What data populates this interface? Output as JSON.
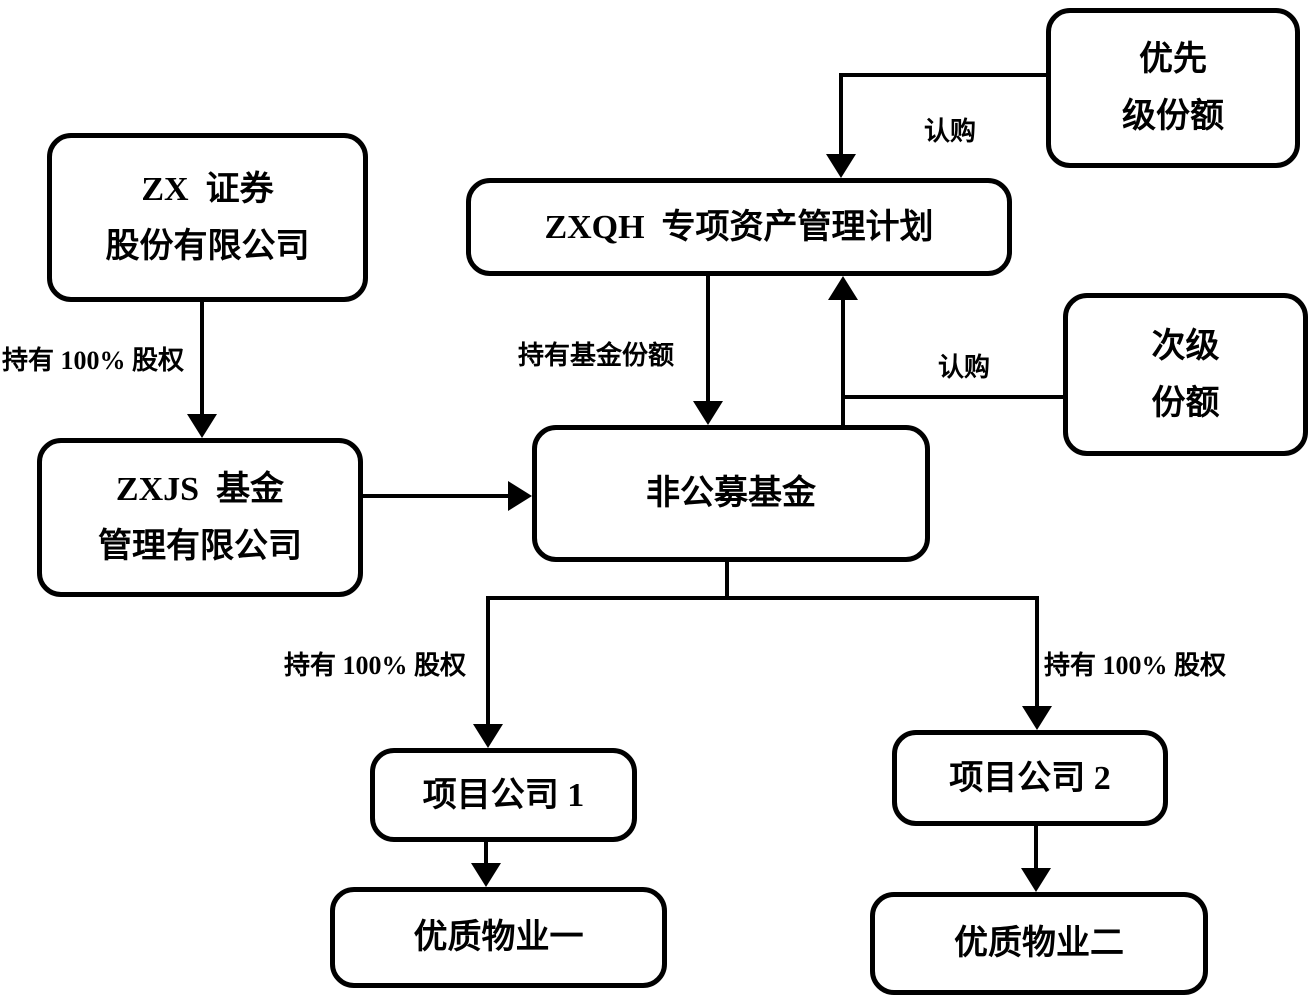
{
  "diagram": {
    "colors": {
      "line": "#000000",
      "background": "#ffffff",
      "box_fill": "#ffffff"
    },
    "nodes": {
      "zx_securities": {
        "line1": "ZX  证券",
        "line2": "股份有限公司"
      },
      "priority_tranche": {
        "line1": "优先",
        "line2": "级份额"
      },
      "zxqh_plan": {
        "line1": "ZXQH  专项资产管理计划"
      },
      "subordinate_tranche": {
        "line1": "次级",
        "line2": "份额"
      },
      "zxjs_fund": {
        "line1": "ZXJS  基金",
        "line2": "管理有限公司"
      },
      "private_fund": {
        "line1": "非公募基金"
      },
      "project_company_1": {
        "line1": "项目公司 1"
      },
      "project_company_2": {
        "line1": "项目公司 2"
      },
      "property_1": {
        "line1": "优质物业一"
      },
      "property_2": {
        "line1": "优质物业二"
      }
    },
    "edge_labels": {
      "zx_equity": "持有 100% 股权",
      "priority_subscribe": "认购",
      "hold_fund_shares": "持有基金份额",
      "subordinate_subscribe": "认购",
      "fund_equity_left": "持有 100% 股权",
      "fund_equity_right": "持有 100% 股权"
    }
  }
}
